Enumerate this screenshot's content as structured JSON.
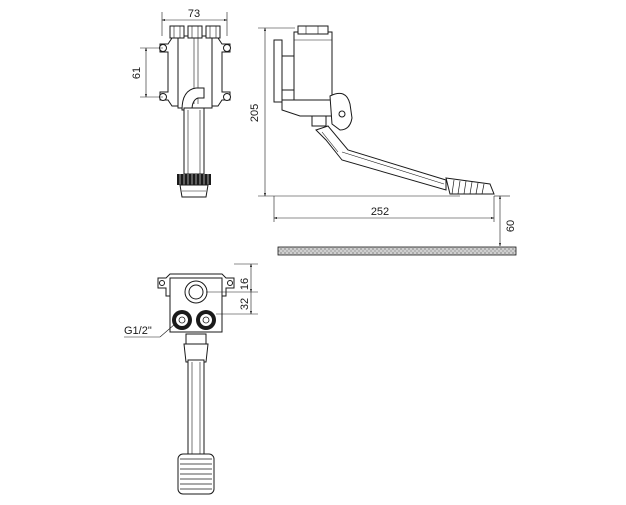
{
  "dimensions": {
    "top_width": "73",
    "top_height": "61",
    "side_height": "205",
    "side_length": "252",
    "floor_clearance": "60",
    "bottom_offset_a": "16",
    "bottom_offset_b": "32",
    "thread": "G1/2\""
  },
  "colors": {
    "line": "#1a1a1a",
    "floor_fill": "#c8c8c8",
    "background": "#ffffff"
  }
}
